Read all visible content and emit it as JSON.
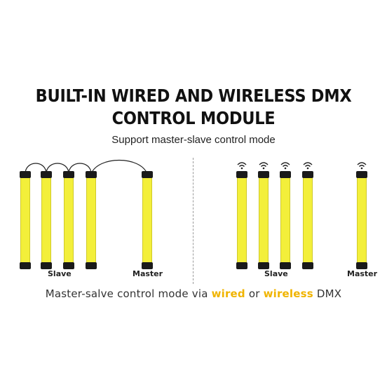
{
  "title": {
    "line1": "BUILT-IN WIRED AND WIRELESS DMX",
    "line2": "CONTROL MODULE"
  },
  "subtitle": "Support master-slave control mode",
  "wired": {
    "slave_label": "Slave",
    "master_label": "Master"
  },
  "wireless": {
    "slave_label": "Slave",
    "master_label": "Master"
  },
  "caption": {
    "prefix": "Master-salve control mode via ",
    "wired": "wired",
    "middle": " or ",
    "wireless": "wireless",
    "suffix": " DMX"
  },
  "colors": {
    "tube": "#f3ef3a",
    "cap": "#1a1a1a",
    "highlight": "#f0b400"
  },
  "icons": [
    "wifi-icon"
  ]
}
